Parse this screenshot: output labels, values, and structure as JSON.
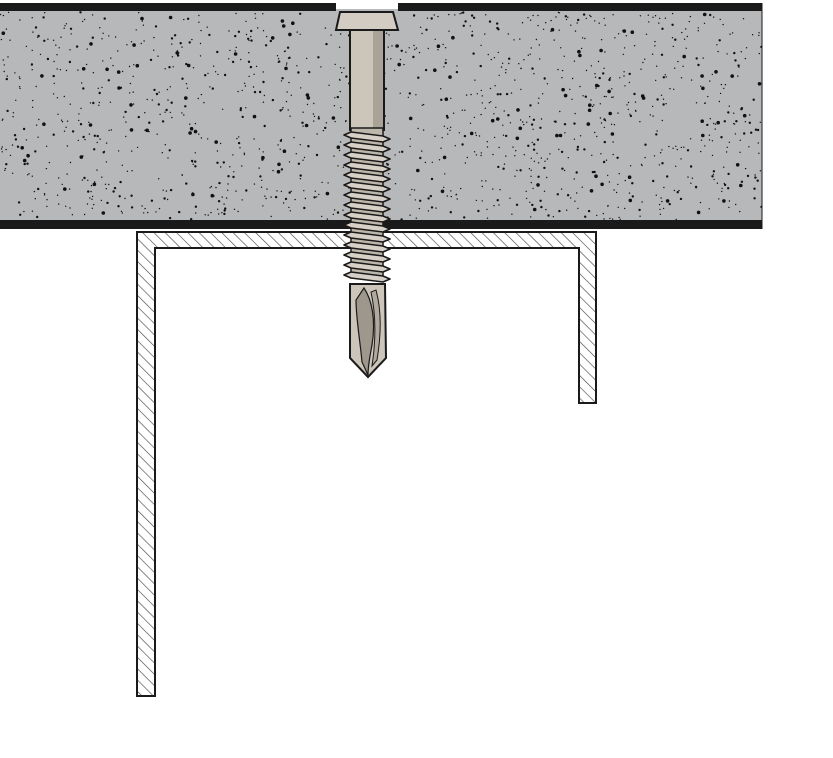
{
  "diagram": {
    "kind": "fastener-section-detail",
    "components": {
      "panel": {
        "name": "board-panel",
        "fill_color": "#b7b8ba",
        "speckle_color": "#111111",
        "face_color": "#1a1a1a"
      },
      "channel": {
        "name": "steel-channel-section",
        "hatch_color": "#4a4a4a",
        "outline_color": "#1a1a1a"
      },
      "screw": {
        "name": "self-drilling-screw",
        "body_color": "#c9c3b8",
        "shade_color": "#9d968b",
        "outline_color": "#1a1a1a"
      }
    }
  }
}
